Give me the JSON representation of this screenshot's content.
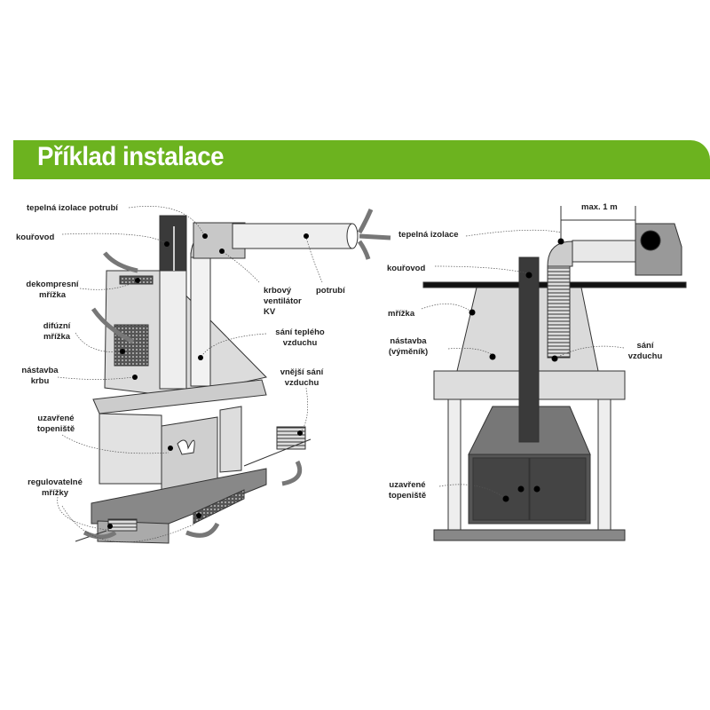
{
  "title": "Příklad instalace",
  "colors": {
    "banner": "#6cb31f",
    "dark": "#3a3a3a",
    "mid": "#8a8a8a",
    "light": "#d6d6d6"
  },
  "left_diagram": {
    "labels": {
      "insulation": "tepelná izolace potrubí",
      "flue": "kouřovod",
      "decompression_grille_1": "dekompresní",
      "decompression_grille_2": "mřížka",
      "diffusion_grille_1": "difúzní",
      "diffusion_grille_2": "mřížka",
      "extension_1": "nástavba",
      "extension_2": "krbu",
      "fan_1": "krbový",
      "fan_2": "ventilátor",
      "fan_3": "KV",
      "pipe": "potrubí",
      "warm_intake_1": "sání teplého",
      "warm_intake_2": "vzduchu",
      "outer_intake_1": "vnější sání",
      "outer_intake_2": "vzduchu",
      "firebox_1": "uzavřené",
      "firebox_2": "topeniště",
      "adjustable_1": "regulovatelné",
      "adjustable_2": "mřížky"
    }
  },
  "right_diagram": {
    "labels": {
      "max_distance": "max. 1 m",
      "insulation": "tepelná izolace",
      "flue": "kouřovod",
      "grille": "mřížka",
      "extension_1": "nástavba",
      "extension_2": "(výměník)",
      "intake_1": "sání",
      "intake_2": "vzduchu",
      "firebox_1": "uzavřené",
      "firebox_2": "topeniště"
    }
  }
}
